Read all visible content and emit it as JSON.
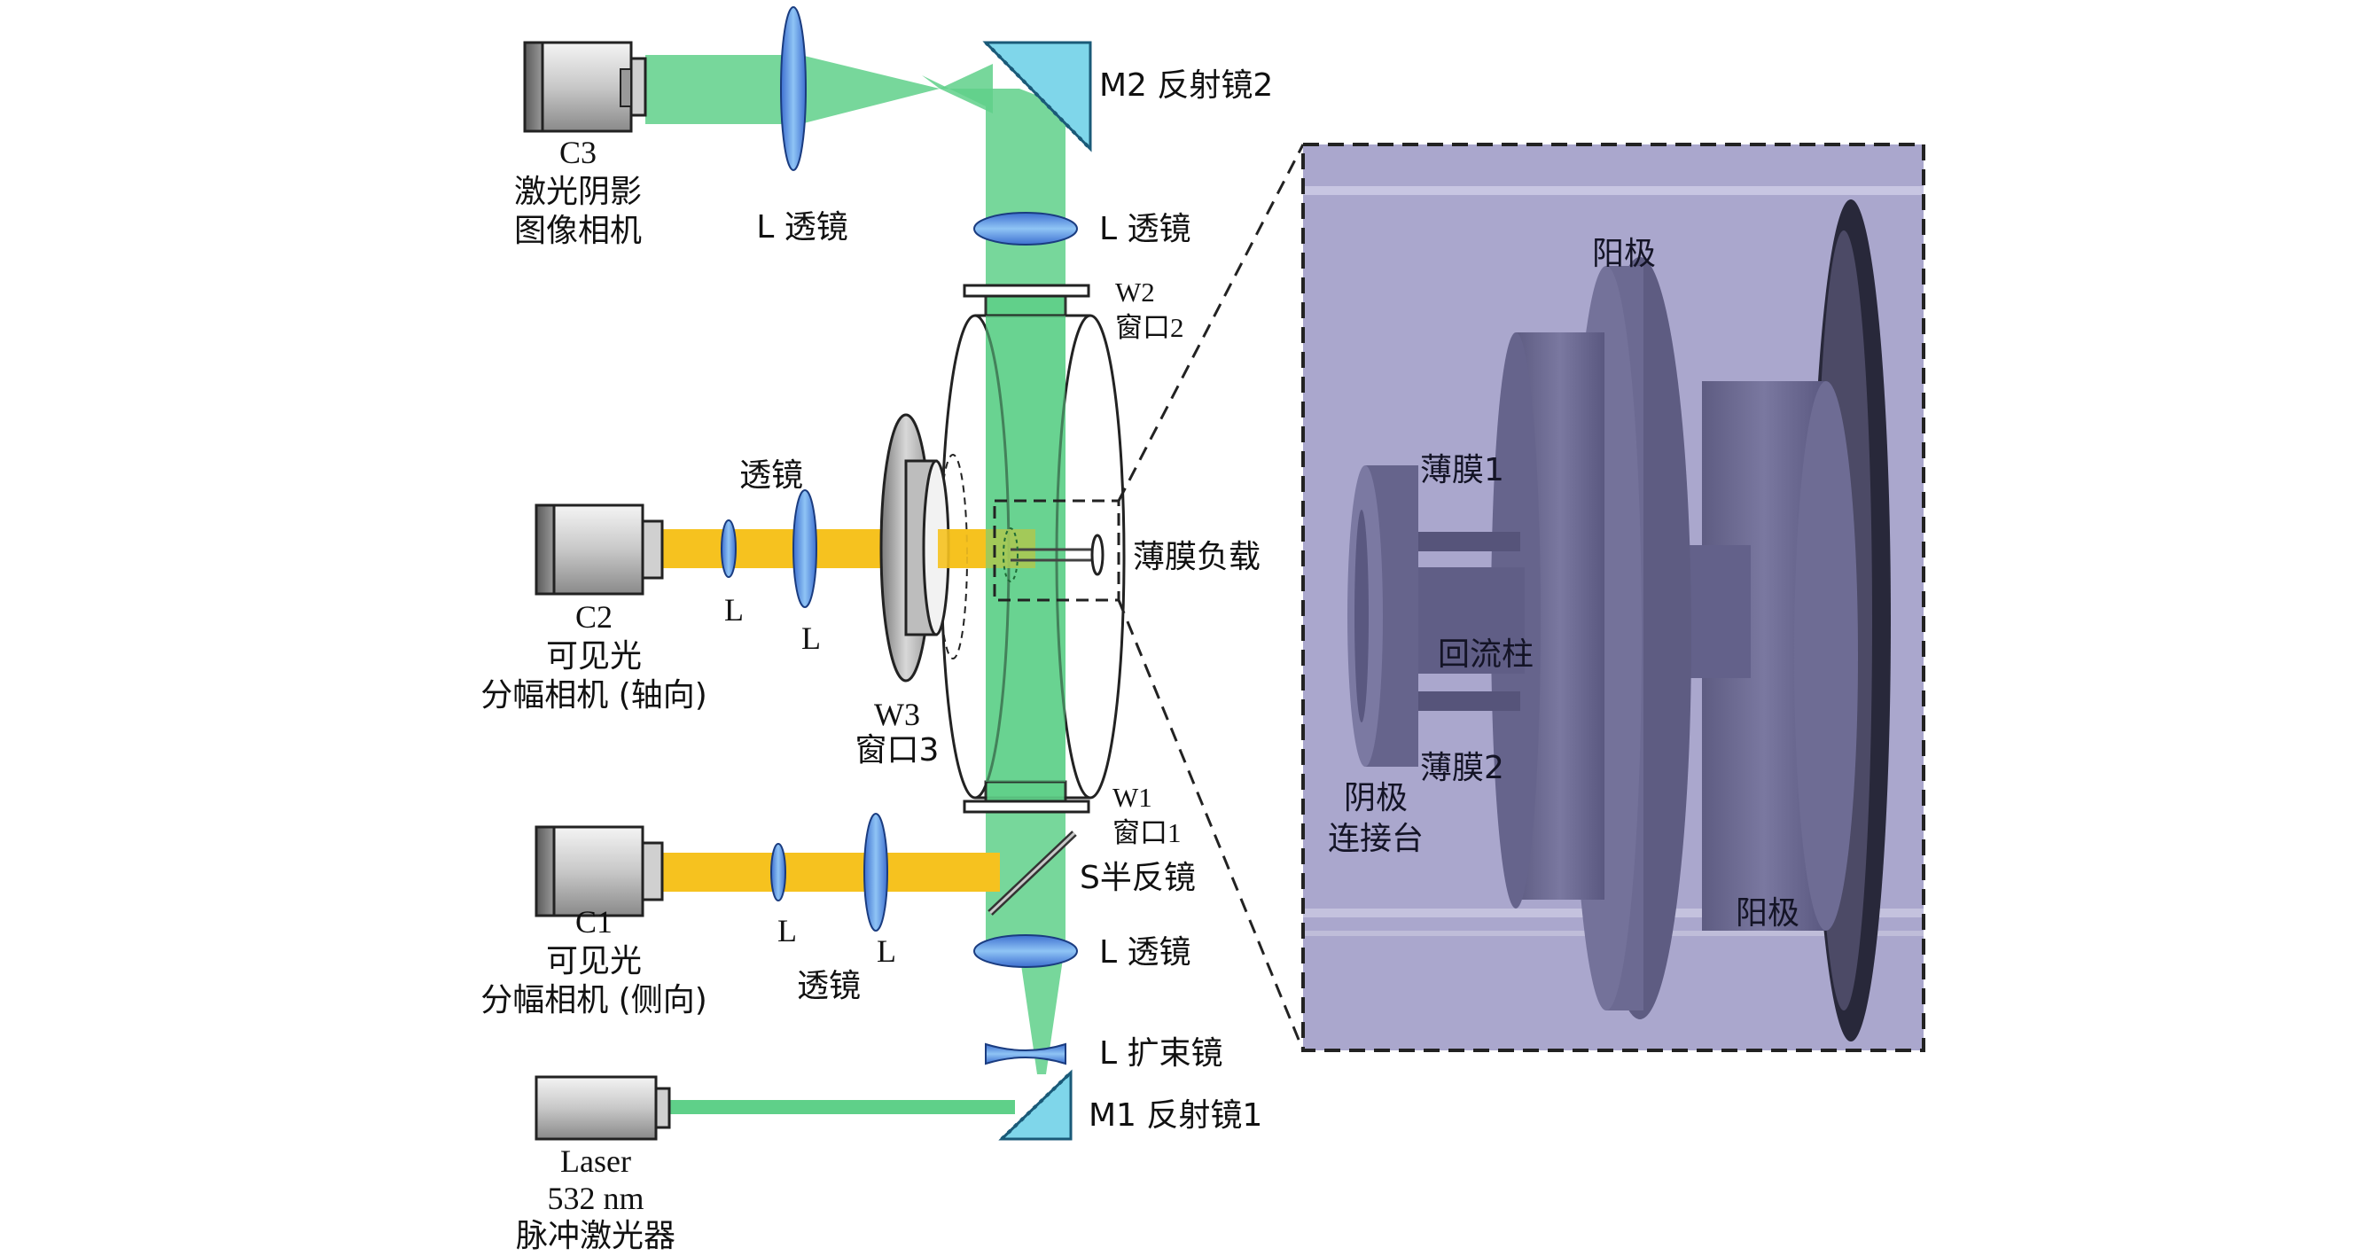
{
  "colors": {
    "green_beam": "#5fd089",
    "yellow_beam": "#f6c21f",
    "lens_blue": "#4f8ee6",
    "mirror_cyan": "#7fd6ea",
    "inset_bg": "#a9a6cc",
    "inset_part": "#6f6d92"
  },
  "cameras": {
    "c3": {
      "line1": "C3",
      "line2": "激光阴影",
      "line3": "图像相机"
    },
    "c2": {
      "line1": "C2",
      "line2": "可见光",
      "line3": "分幅相机 (轴向)"
    },
    "c1": {
      "line1": "C1",
      "line2": "可见光",
      "line3": "分幅相机 (侧向)"
    },
    "laser": {
      "line1": "Laser",
      "line2": "532 nm",
      "line3": "脉冲激光器"
    }
  },
  "labels": {
    "lens_top_left": "L 透镜",
    "m2": "M2 反射镜2",
    "lens_top_right": "L 透镜",
    "w2_a": "W2",
    "w2_b": "窗口2",
    "c2_lens_title": "透镜",
    "c2_lens1": "L",
    "c2_lens2": "L",
    "film_load": "薄膜负载",
    "w3_a": "W3",
    "w3_b": "窗口3",
    "w1_a": "W1",
    "w1_b": "窗口1",
    "s": "S半反镜",
    "c1_lens1": "L",
    "c1_lens2": "L",
    "c1_lens_title": "透镜",
    "lens_bottom": "L 透镜",
    "expander": "L 扩束镜",
    "m1": "M1 反射镜1"
  },
  "inset": {
    "anode_top": "阳极",
    "film1": "薄膜1",
    "return_post": "回流柱",
    "film2": "薄膜2",
    "cathode_a": "阴极",
    "cathode_b": "连接台",
    "anode_bottom": "阳极"
  }
}
